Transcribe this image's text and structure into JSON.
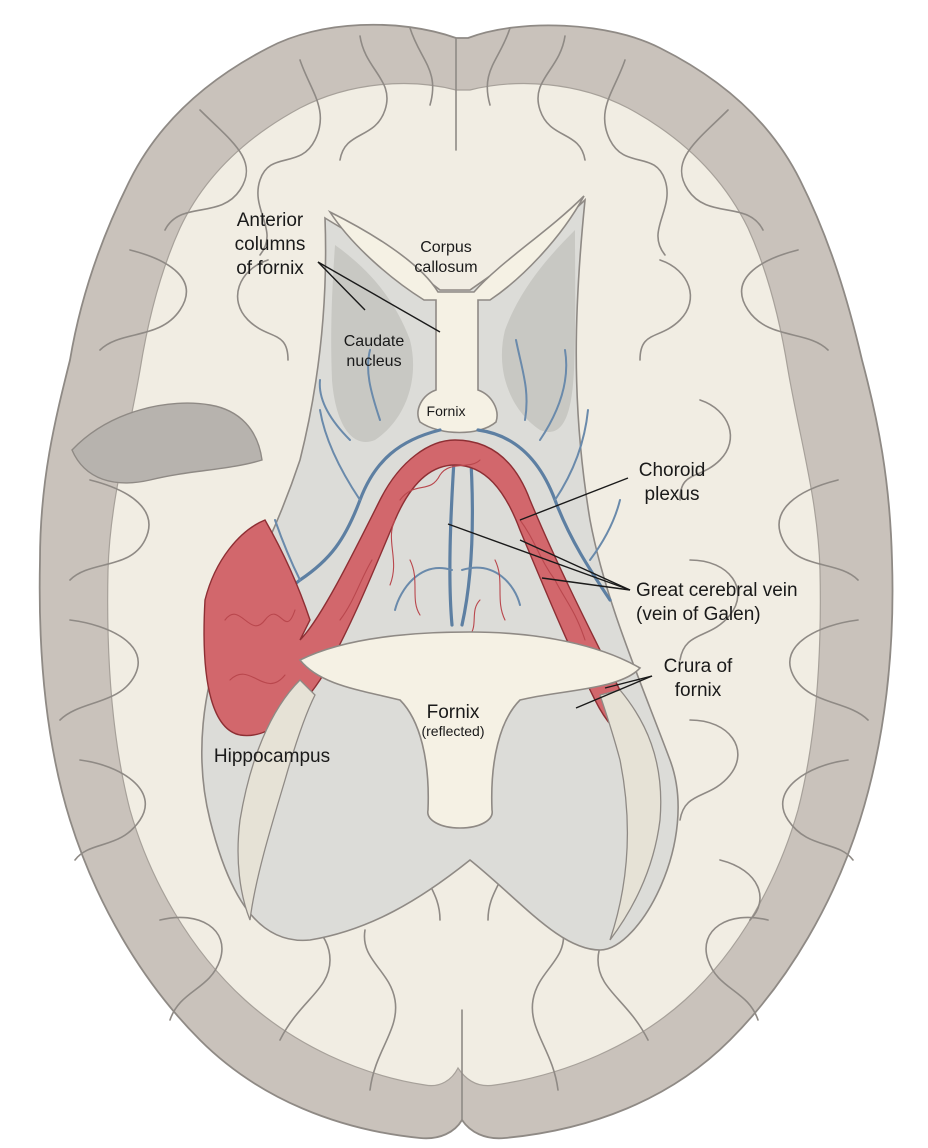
{
  "labels": {
    "anterior_columns": [
      "Anterior",
      "columns",
      "of fornix"
    ],
    "corpus_callosum": [
      "Corpus",
      "callosum"
    ],
    "caudate_nucleus": [
      "Caudate",
      "nucleus"
    ],
    "fornix_top": "Fornix",
    "choroid_plexus": [
      "Choroid",
      "plexus"
    ],
    "great_cerebral_vein": [
      "Great cerebral vein",
      "(vein of Galen)"
    ],
    "crura_of_fornix": [
      "Crura of",
      "fornix"
    ],
    "fornix_reflected": [
      "Fornix",
      "(reflected)"
    ],
    "hippocampus": "Hippocampus"
  },
  "colors": {
    "cortex": "#c9c2bb",
    "white_matter": "#f1ede3",
    "ventricle": "#dcdcd8",
    "fornix": "#f5f1e4",
    "choroid_plexus": "#d2676c",
    "veins": "#5d7fa2",
    "outline": "#8f8a85"
  }
}
